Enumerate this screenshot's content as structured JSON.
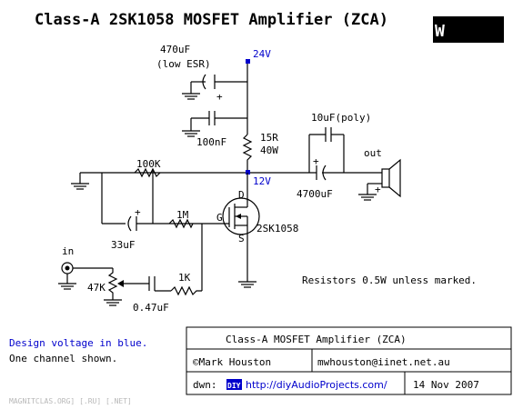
{
  "title": "Class-A 2SK1058 MOSFET Amplifier (ZCA)",
  "watermark": "W",
  "labels": {
    "c_470": "470uF",
    "c_470_note": "(low ESR)",
    "v24": "24V",
    "c_100n": "100nF",
    "r_15": "15R",
    "r_15_power": "40W",
    "c_10u": "10uF(poly)",
    "out": "out",
    "r_100k": "100K",
    "v12": "12V",
    "c_4700": "4700uF",
    "drain": "D",
    "gate": "G",
    "source": "S",
    "mosfet": "2SK1058",
    "r_1m": "1M",
    "c_33u": "33uF",
    "in": "in",
    "pot_47k": "47K",
    "r_1k": "1K",
    "c_047": "0.47uF",
    "plus": "+"
  },
  "notes": {
    "resistors": "Resistors 0.5W unless marked.",
    "design_voltage": "Design voltage in blue.",
    "one_channel": "One channel shown."
  },
  "info_box": {
    "title": "Class-A MOSFET Amplifier (ZCA)",
    "author": "©Mark Houston",
    "email": "mwhouston@iinet.net.au",
    "dwn_label": "dwn:",
    "diy_badge": "DIY",
    "url": "http://diyAudioProjects.com/",
    "date": "14 Nov 2007"
  },
  "footer": "MAGNITCLAS.ORG] [.RU] [.NET]",
  "colors": {
    "voltage": "#0000cc",
    "link": "#0000cc",
    "footer": "#b8b8b8"
  }
}
